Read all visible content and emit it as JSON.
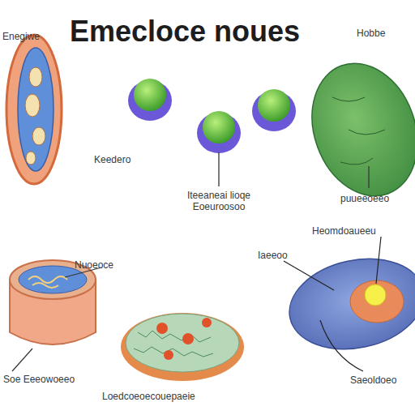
{
  "diagram": {
    "title": "Emecloce noues",
    "labels": [
      "Enegiwe",
      "Hobbe",
      "Keedero",
      "Iteeaneai lioqe Eoeuroosoo",
      "puueeoeeo",
      "Heomdoaueeu",
      "Nuoeoce",
      "Iaeeoo",
      "Soe Eeeowoeeo",
      "Saeoldoeo",
      "Loedcoeoecouepaeie"
    ]
  }
}
